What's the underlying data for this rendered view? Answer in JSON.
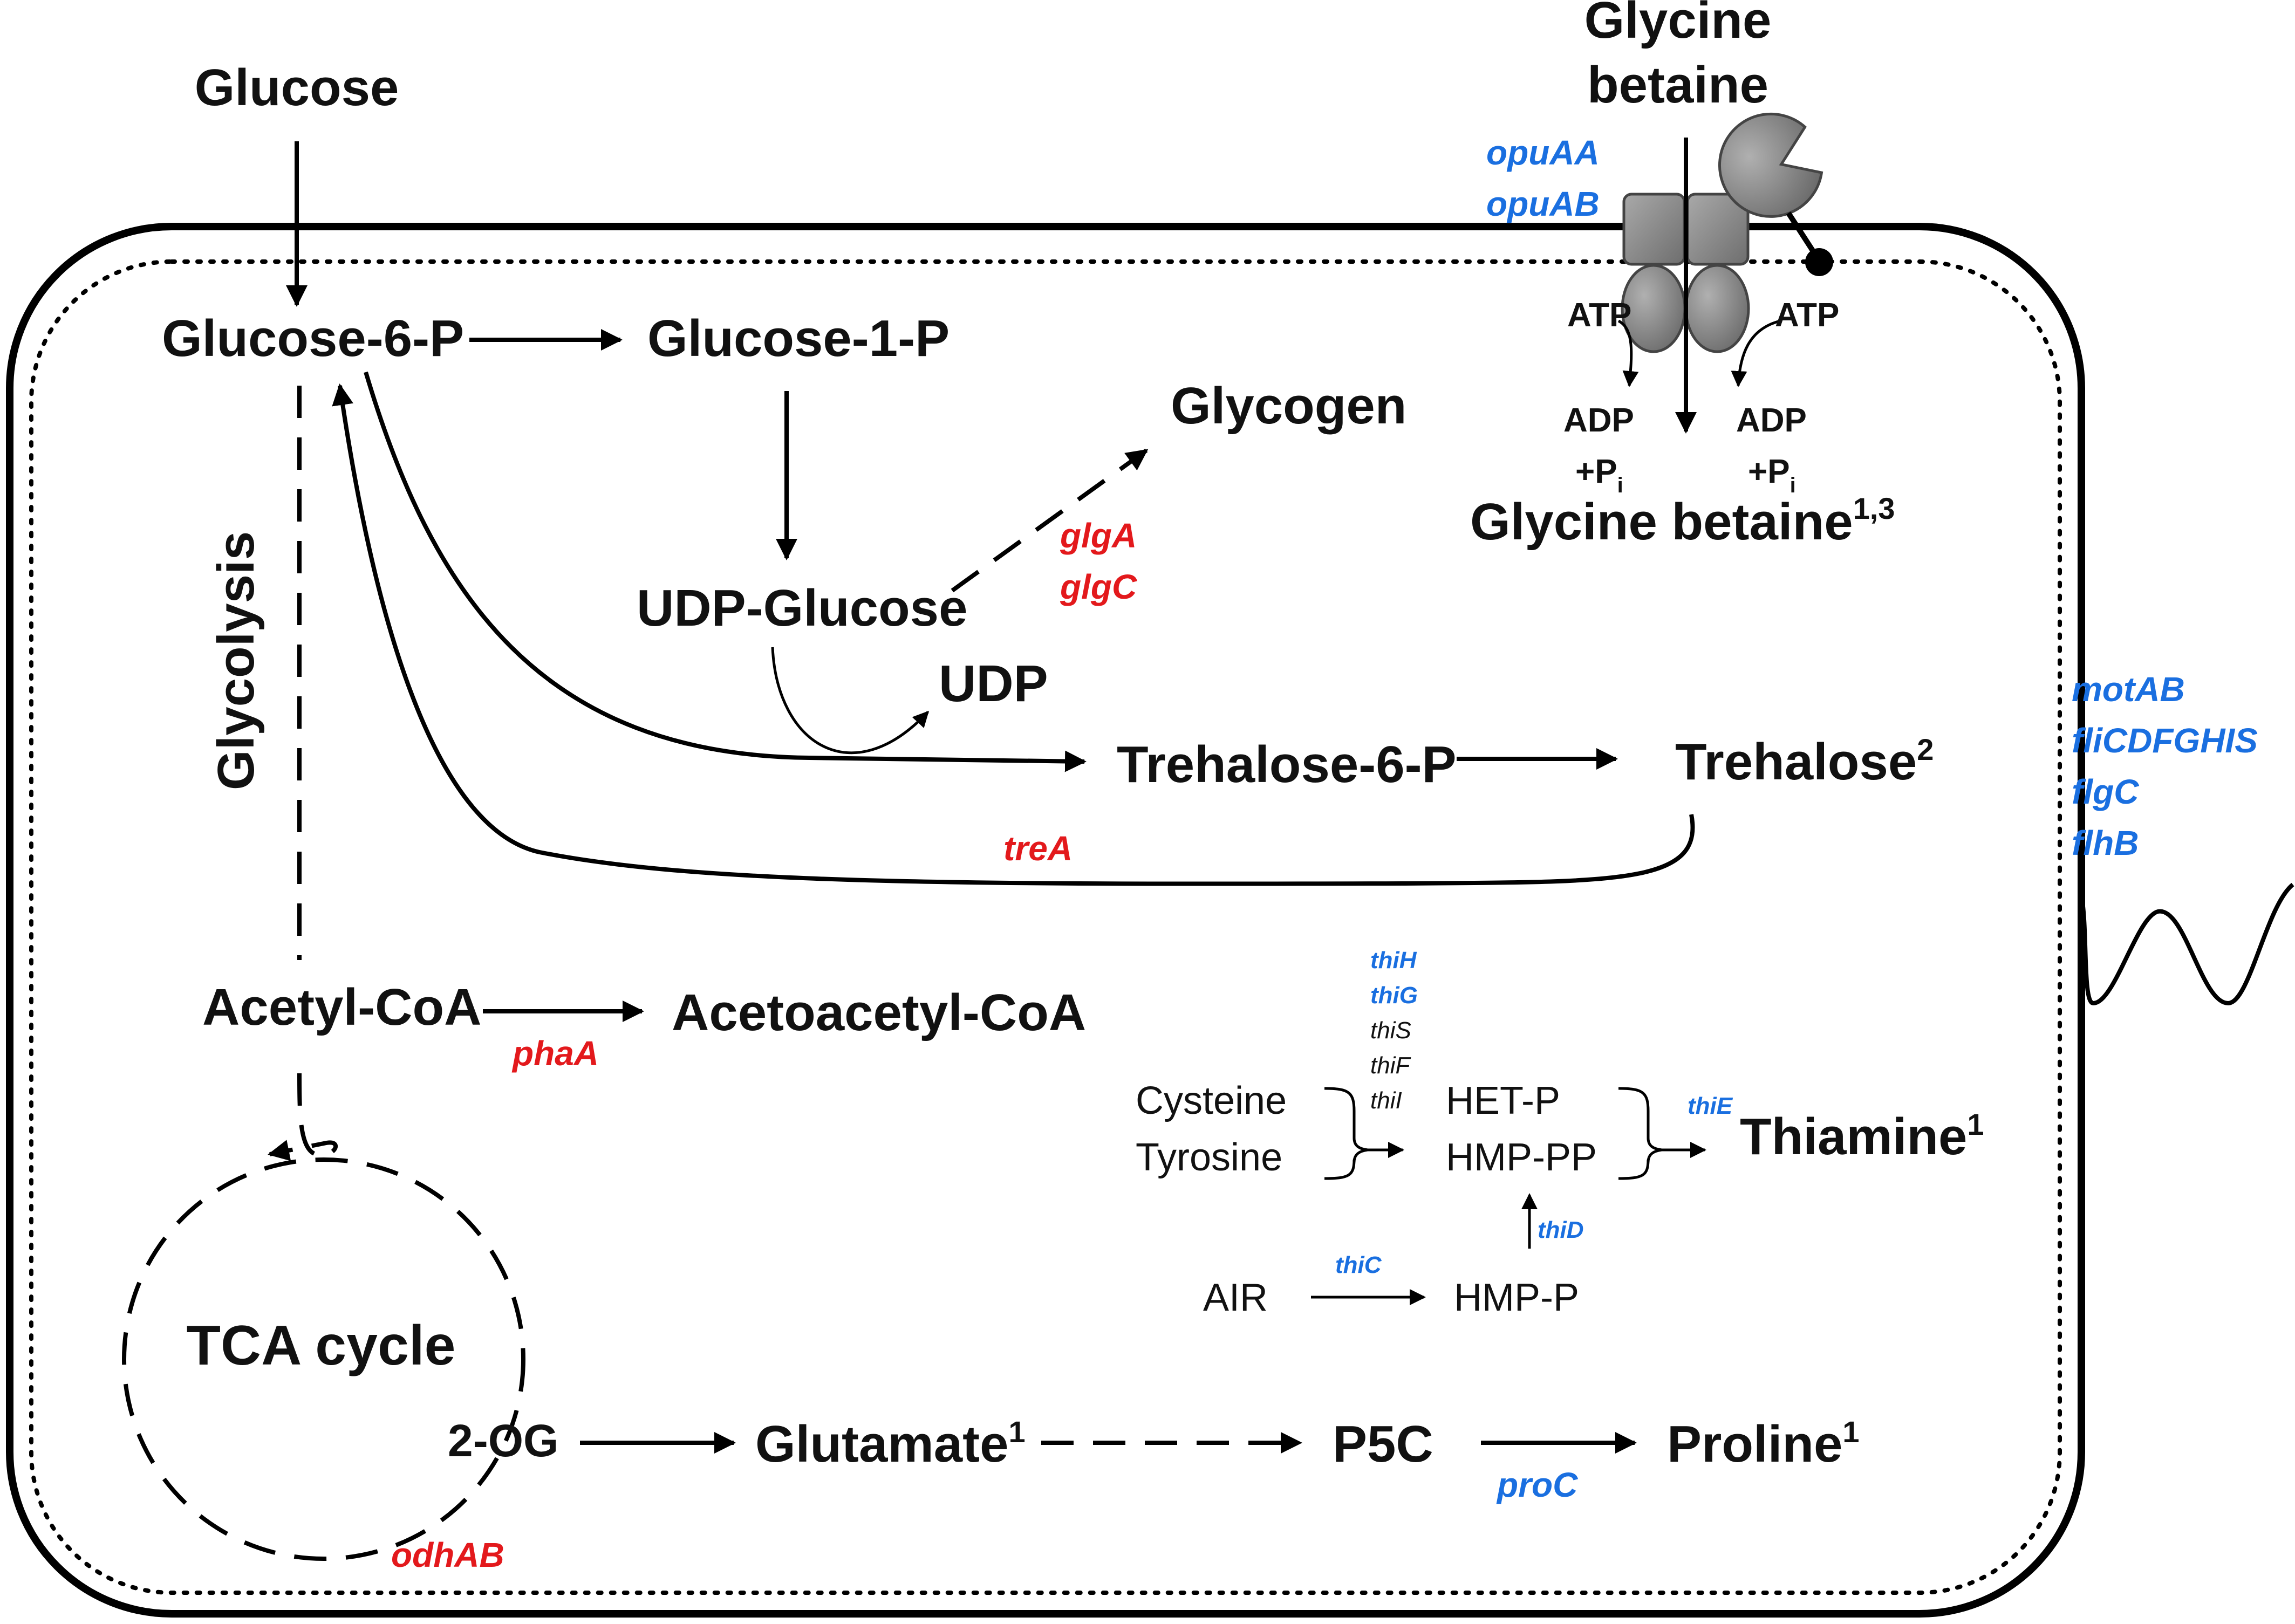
{
  "colors": {
    "red": "#e3191c",
    "blue": "#1a6fe0",
    "black": "#111111",
    "transporter": "#8c8c8c"
  },
  "icons": {
    "transporter": "abc-transporter-icon",
    "binding_protein": "substrate-binding-protein-icon",
    "flagellum": "flagellum-icon"
  },
  "metabolites": {
    "glucose": "Glucose",
    "glucose6p": "Glucose-6-P",
    "glucose1p": "Glucose-1-P",
    "glycogen": "Glycogen",
    "udp_glucose": "UDP-Glucose",
    "udp": "UDP",
    "trehalose6p": "Trehalose-6-P",
    "trehalose": "Trehalose",
    "trehalose_sup": "2",
    "glycine_betaine_out_1": "Glycine",
    "glycine_betaine_out_2": "betaine",
    "glycine_betaine_in": "Glycine betaine",
    "glycine_betaine_in_sup": "1,3",
    "atp": "ATP",
    "adp": "ADP",
    "pi": "+P",
    "pi_sub": "i",
    "acetyl_coa": "Acetyl-CoA",
    "acetoacetyl_coa": "Acetoacetyl-CoA",
    "cysteine": "Cysteine",
    "tyrosine": "Tyrosine",
    "het_p": "HET-P",
    "hmp_pp": "HMP-PP",
    "thiamine": "Thiamine",
    "thiamine_sup": "1",
    "air": "AIR",
    "hmp_p": "HMP-P",
    "tca_cycle": "TCA cycle",
    "two_og": "2-OG",
    "glutamate": "Glutamate",
    "glutamate_sup": "1",
    "p5c": "P5C",
    "proline": "Proline",
    "proline_sup": "1",
    "glycolysis": "Glycolysis"
  },
  "genes": {
    "red": {
      "glgA": "glgA",
      "glgC": "glgC",
      "treA": "treA",
      "phaA": "phaA",
      "odhAB": "odhAB"
    },
    "blue": {
      "opuAA": "opuAA",
      "opuAB": "opuAB",
      "motAB": "motAB",
      "fliCDFGHIS": "fliCDFGHIS",
      "flgC": "flgC",
      "flhB": "flhB",
      "thiH": "thiH",
      "thiG": "thiG",
      "thiE": "thiE",
      "thiD": "thiD",
      "thiC": "thiC",
      "proC": "proC"
    },
    "black": {
      "thiS": "thiS",
      "thiF": "thiF",
      "thiI": "thiI"
    }
  }
}
